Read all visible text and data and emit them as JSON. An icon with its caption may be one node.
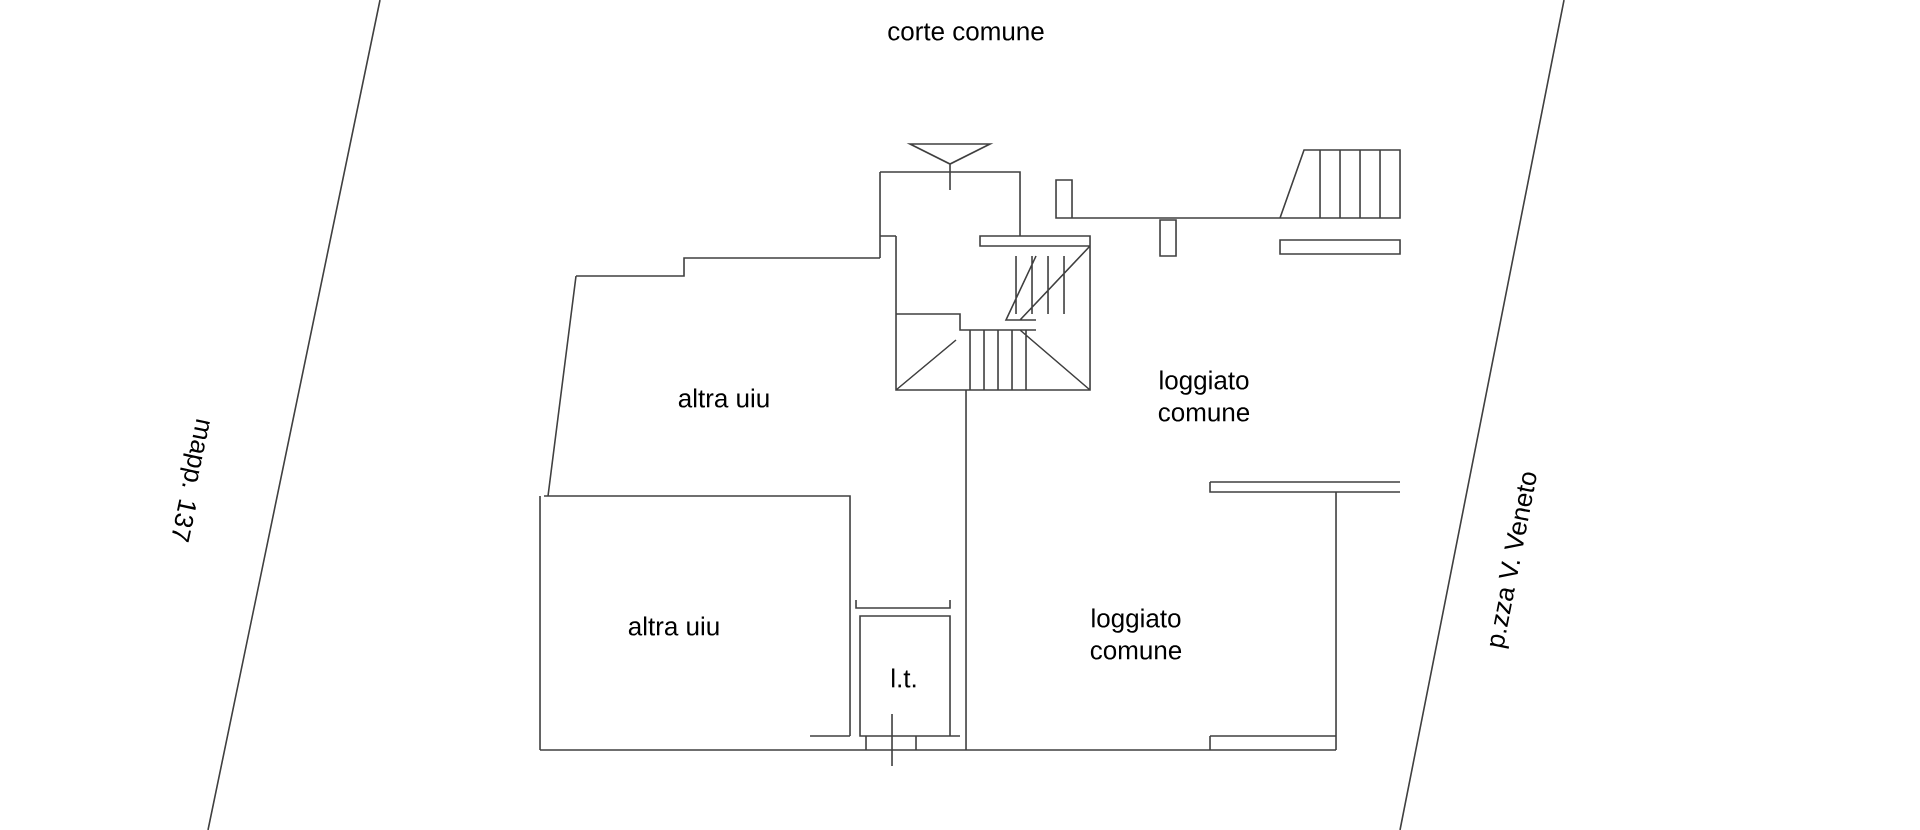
{
  "diagram": {
    "labels": [
      "corte comune",
      "altra uiu",
      "loggiato comune",
      "mapp. 137",
      "p.zza V. Veneto",
      "altra uiu",
      "loggiato comune",
      "l.t."
    ]
  }
}
